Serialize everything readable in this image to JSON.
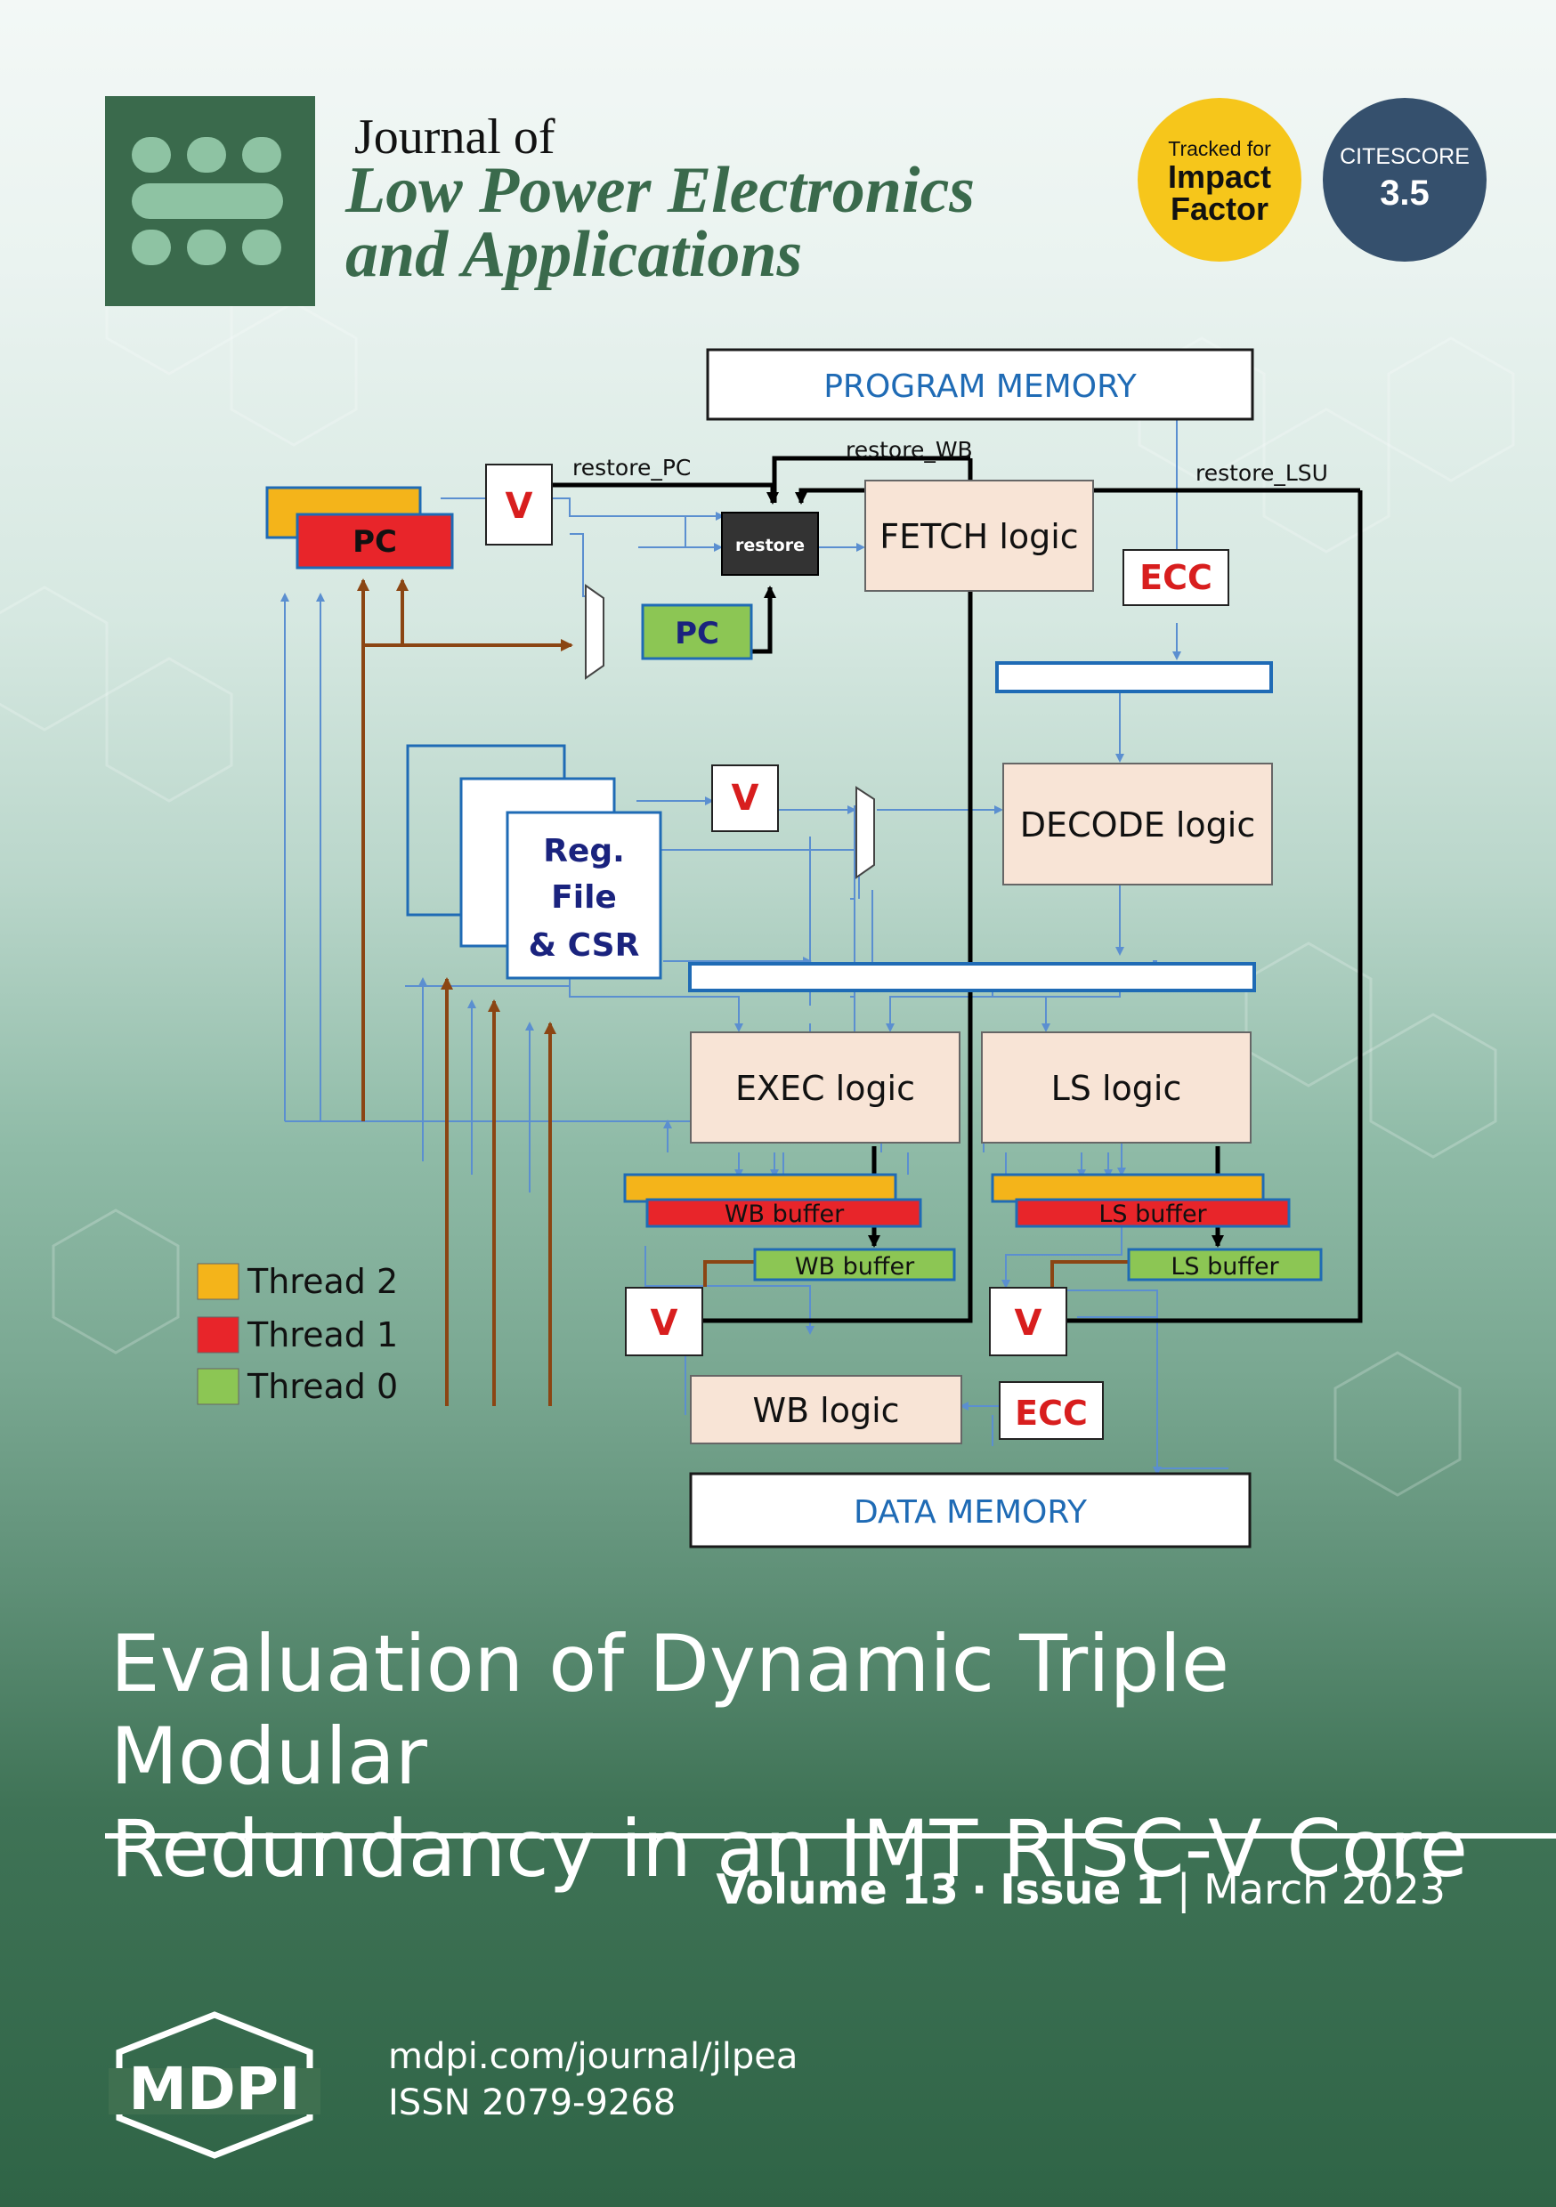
{
  "masthead": {
    "journal_of": "Journal of",
    "journal_name_line1": "Low Power Electronics",
    "journal_name_line2": "and Applications",
    "impact_badge": {
      "line1": "Tracked for",
      "line2": "Impact",
      "line3": "Factor",
      "color": "#f6c61b"
    },
    "citescore_badge": {
      "label": "CITESCORE",
      "value": "3.5",
      "color": "#35506d"
    },
    "logo_icon": "journal-sss-logo-icon",
    "brand_color": "#3a6a4c"
  },
  "diagram": {
    "program_memory": "PROGRAM MEMORY",
    "data_memory": "DATA MEMORY",
    "restore_pc": "restore_PC",
    "restore_wb": "restore_WB",
    "restore_lsu": "restore_LSU",
    "restore": "restore",
    "fetch_logic": "FETCH logic",
    "decode_logic": "DECODE logic",
    "exec_logic": "EXEC logic",
    "ls_logic": "LS logic",
    "wb_logic": "WB logic",
    "ecc": "ECC",
    "voter": "V",
    "pc": "PC",
    "regfile_line1": "Reg.",
    "regfile_line2": "File",
    "regfile_line3": "& CSR",
    "wb_buffer": "WB buffer",
    "ls_buffer": "LS buffer",
    "legend": [
      {
        "label": "Thread 2",
        "color": "#f4b41a"
      },
      {
        "label": "Thread 1",
        "color": "#e8252a"
      },
      {
        "label": "Thread 0",
        "color": "#8cc654"
      }
    ]
  },
  "article": {
    "title_line1": "Evaluation of Dynamic Triple Modular",
    "title_line2": "Redundancy in an IMT RISC-V Core"
  },
  "issue": {
    "volume": "Volume 13",
    "separator": "·",
    "issue": "Issue 1",
    "divider": "|",
    "date": "March 2023"
  },
  "footer": {
    "publisher_logo": "MDPI",
    "url": "mdpi.com/journal/jlpea",
    "issn": "ISSN 2079-9268"
  }
}
